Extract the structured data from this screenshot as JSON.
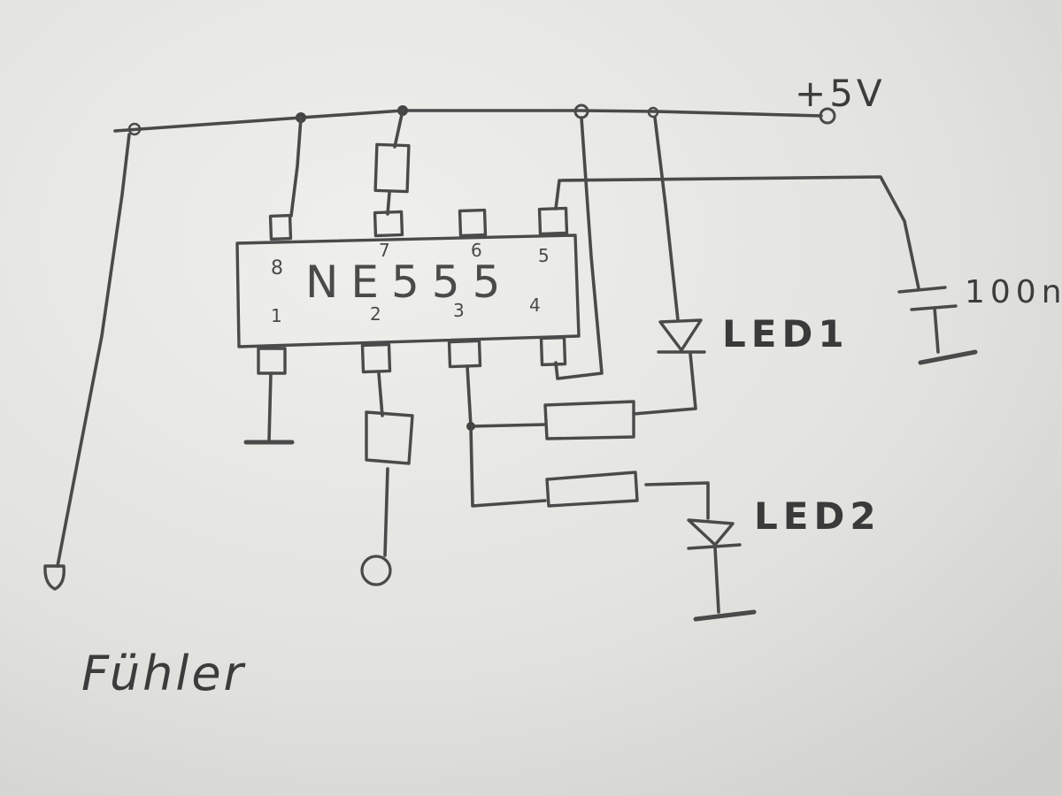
{
  "supply_label": "+5V",
  "ic": {
    "name": "NE555",
    "pins_top": [
      "8",
      "7",
      "6",
      "5"
    ],
    "pins_bottom": [
      "1",
      "2",
      "3",
      "4"
    ]
  },
  "capacitor_label": "100n",
  "led1_label": "LED1",
  "led2_label": "LED2",
  "sensor_label": "Fühler"
}
